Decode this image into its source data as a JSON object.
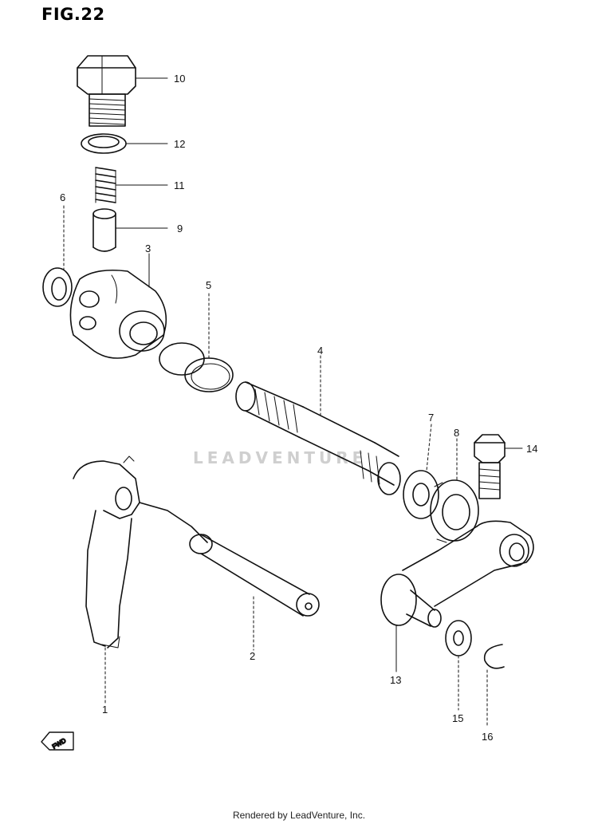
{
  "figure": {
    "title": "FIG.22",
    "watermark": "LEADVENTURE",
    "fwd_label": "FWD",
    "footer": "Rendered by LeadVenture, Inc."
  },
  "callouts": [
    "10",
    "12",
    "11",
    "9",
    "6",
    "3",
    "5",
    "4",
    "7",
    "8",
    "14",
    "2",
    "13",
    "15",
    "16",
    "1"
  ],
  "colors": {
    "ink": "#111111",
    "paper": "#ffffff",
    "watermark": "#d0d0d0"
  }
}
